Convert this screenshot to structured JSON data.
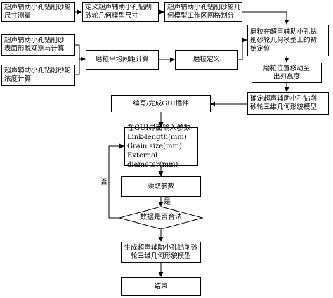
{
  "nodes": {
    "n1": "超声辅助小孔钻削砂轮\n尺寸测量",
    "n2": "定义超声辅助小孔钻削\n砂轮几何模型尺寸",
    "n3": "超声辅助小孔钻削砂轮几\n何模型工作区网格划分",
    "n4": "磨粒在超声辅助小孔钻\n削砂轮几何模型上的初\n始定位",
    "n5": "超声辅助小孔钻削砂\n表面形貌观测与计算",
    "n6": "磨粒平均间距计算",
    "n7": "磨粒定义",
    "n8": "磨粒位置移动至\n出刃高度",
    "n9": "超声辅助小孔钻削砂轮\n浓度计算",
    "n10": "编写/完成GUI插件",
    "n11": "确定超声辅助小孔钻削\n砂轮三维几何形貌模型",
    "n12": "在GUI界面输入参数\nLink-length(mm)\nGrain size(mm)\nExternal diameter(mm)",
    "n13": "读取参数",
    "n14": "数据是否合法",
    "n15": "生成超声辅助小孔钻削砂\n轮三维几何形貌模型",
    "n16": "结束"
  },
  "labels": {
    "yes": "是",
    "no": "否"
  }
}
